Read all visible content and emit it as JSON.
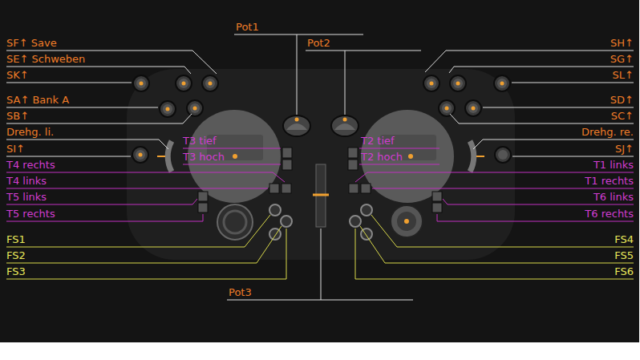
{
  "diagram": {
    "labels": [
      "Pot1",
      "Pot2",
      "SF↑ Save",
      "SE↑ Schweben",
      "SK↑",
      "SA↑ Bank A",
      "SB↑",
      "Drehg. li.",
      "SI↑",
      "SH↑",
      "SG↑",
      "SL↑",
      "SD↑",
      "SC↑",
      "Drehg. re.",
      "SJ↑",
      "T3 tief",
      "T3 hoch",
      "T2 tief",
      "T2 hoch",
      "T4 rechts",
      "T4 links",
      "T5 links",
      "T5 rechts",
      "T1 links",
      "T1 rechts",
      "T6 links",
      "T6 rechts",
      "FS1",
      "FS2",
      "FS3",
      "FS4",
      "FS5",
      "FS6",
      "Pot3"
    ]
  }
}
